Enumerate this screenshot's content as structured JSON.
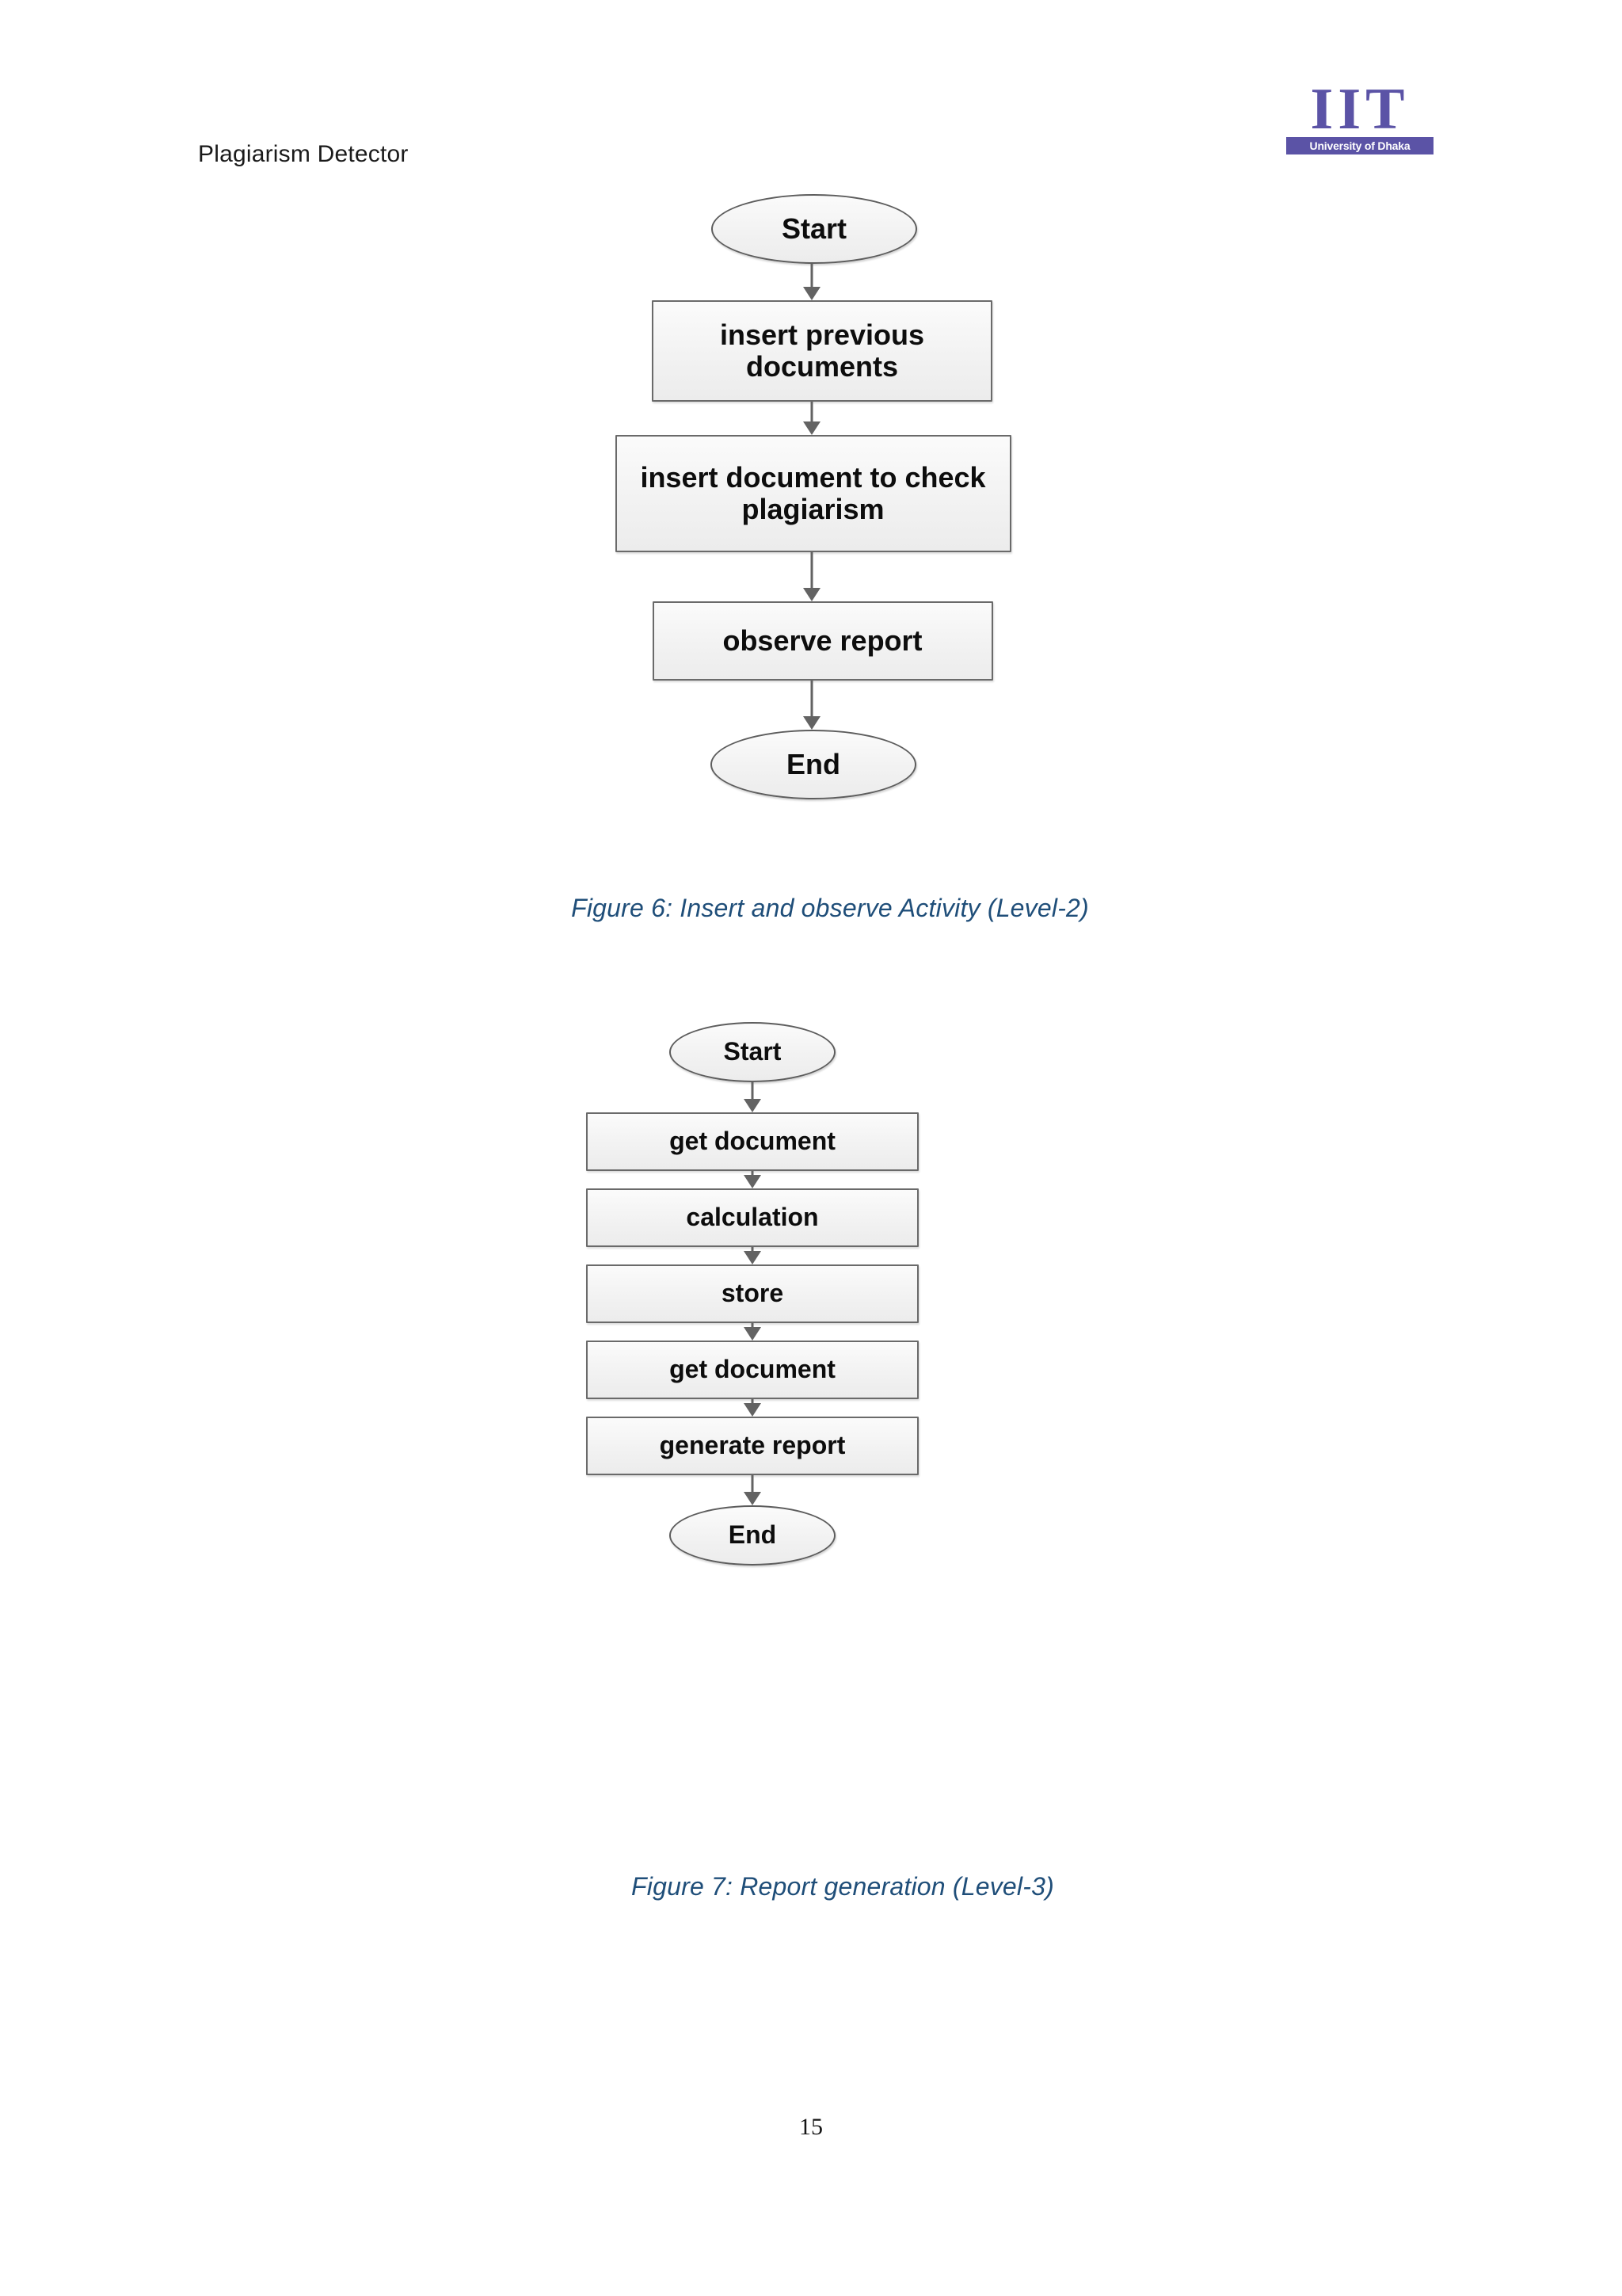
{
  "page": {
    "header_title": "Plagiarism Detector",
    "page_number": "15",
    "background_color": "#ffffff"
  },
  "logo": {
    "mark": "IIT",
    "banner": "University of Dhaka",
    "color": "#5b53a6"
  },
  "figures": [
    {
      "id": "figure-6",
      "caption": "Figure 6: Insert and observe Activity (Level-2)",
      "caption_color": "#1f4e79",
      "diagram_type": "activity-flowchart",
      "nodes": [
        {
          "shape": "terminator",
          "label": "Start"
        },
        {
          "shape": "process",
          "label": "insert previous documents"
        },
        {
          "shape": "process",
          "label": "insert document to check plagiarism"
        },
        {
          "shape": "process",
          "label": "observe report"
        },
        {
          "shape": "terminator",
          "label": "End"
        }
      ]
    },
    {
      "id": "figure-7",
      "caption": "Figure 7: Report generation (Level-3)",
      "caption_color": "#1f4e79",
      "diagram_type": "activity-flowchart",
      "nodes": [
        {
          "shape": "terminator",
          "label": "Start"
        },
        {
          "shape": "process",
          "label": "get document"
        },
        {
          "shape": "process",
          "label": "calculation"
        },
        {
          "shape": "process",
          "label": "store"
        },
        {
          "shape": "process",
          "label": "get document"
        },
        {
          "shape": "process",
          "label": "generate report"
        },
        {
          "shape": "terminator",
          "label": "End"
        }
      ]
    }
  ]
}
